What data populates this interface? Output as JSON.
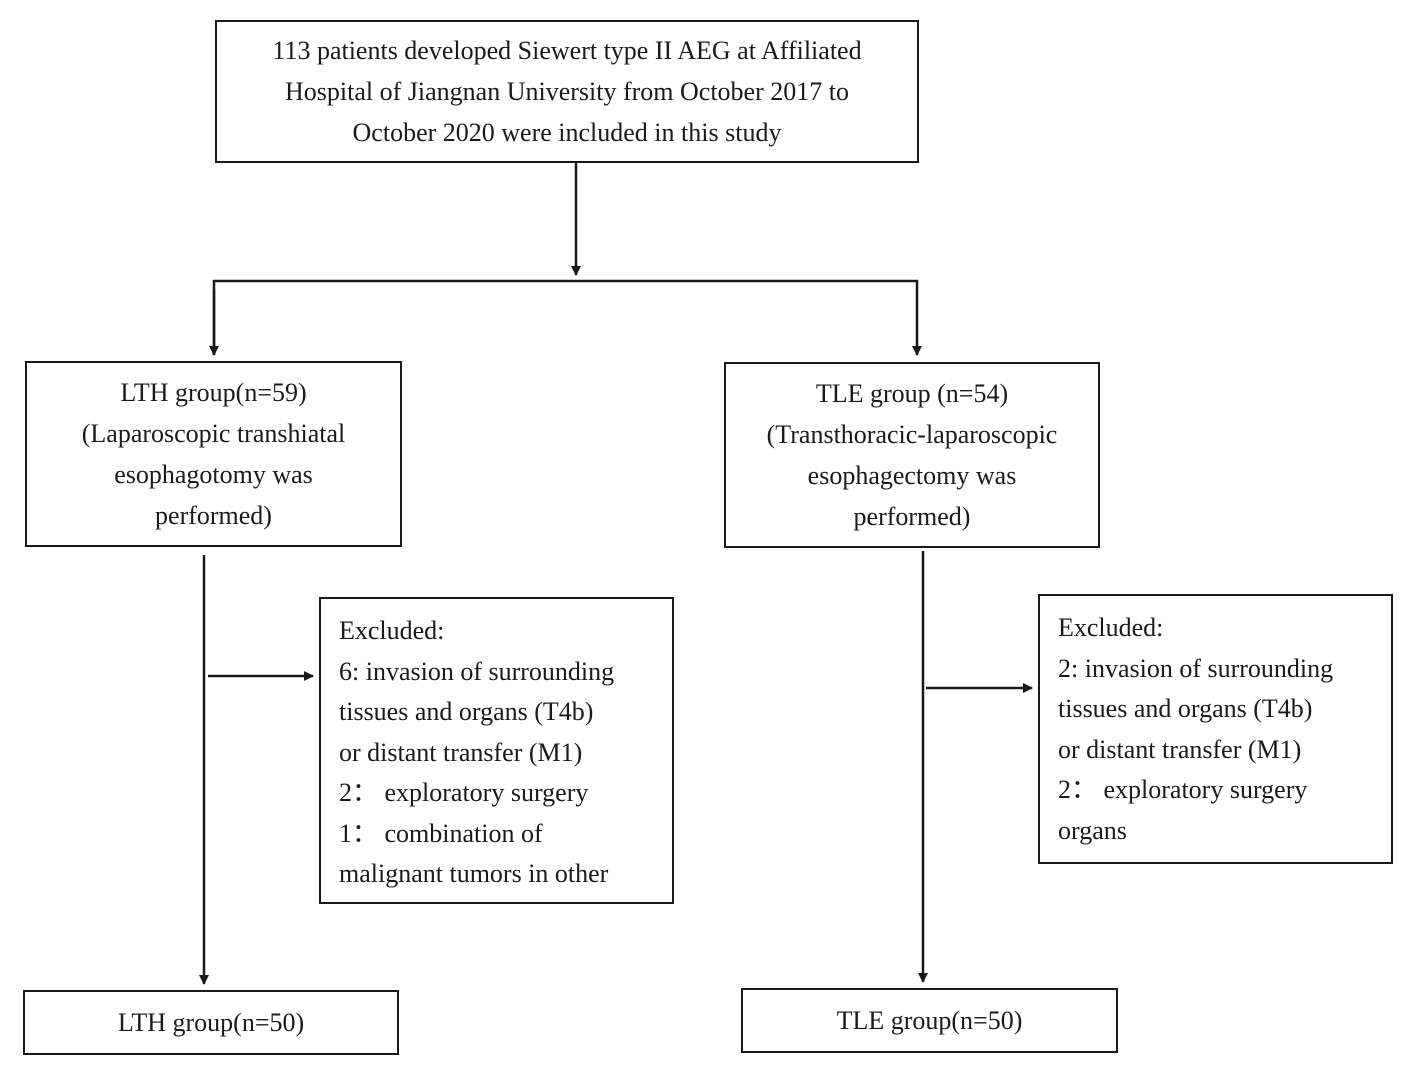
{
  "top": {
    "lines": [
      "113 patients developed Siewert type II AEG at Affiliated",
      "Hospital of Jiangnan University from October 2017 to",
      "October 2020 were included in this study"
    ]
  },
  "lth": {
    "lines": [
      "LTH group(n=59)",
      "(Laparoscopic transhiatal",
      "esophagotomy was",
      "performed)"
    ]
  },
  "tle": {
    "lines": [
      "TLE group (n=54)",
      "(Transthoracic-laparoscopic",
      "esophagectomy was",
      "performed)"
    ]
  },
  "lth_excluded": {
    "lines": [
      "Excluded:",
      "6: invasion of surrounding",
      "tissues and organs (T4b)",
      "or distant transfer (M1)",
      "2：  exploratory surgery",
      "1：  combination of",
      "malignant tumors in other"
    ]
  },
  "tle_excluded": {
    "lines": [
      "Excluded:",
      "2: invasion of surrounding",
      "tissues and organs (T4b)",
      "or distant transfer (M1)",
      "2：  exploratory surgery",
      "organs"
    ]
  },
  "lth_final": {
    "label": "LTH group(n=50)"
  },
  "tle_final": {
    "label": "TLE group(n=50)"
  }
}
